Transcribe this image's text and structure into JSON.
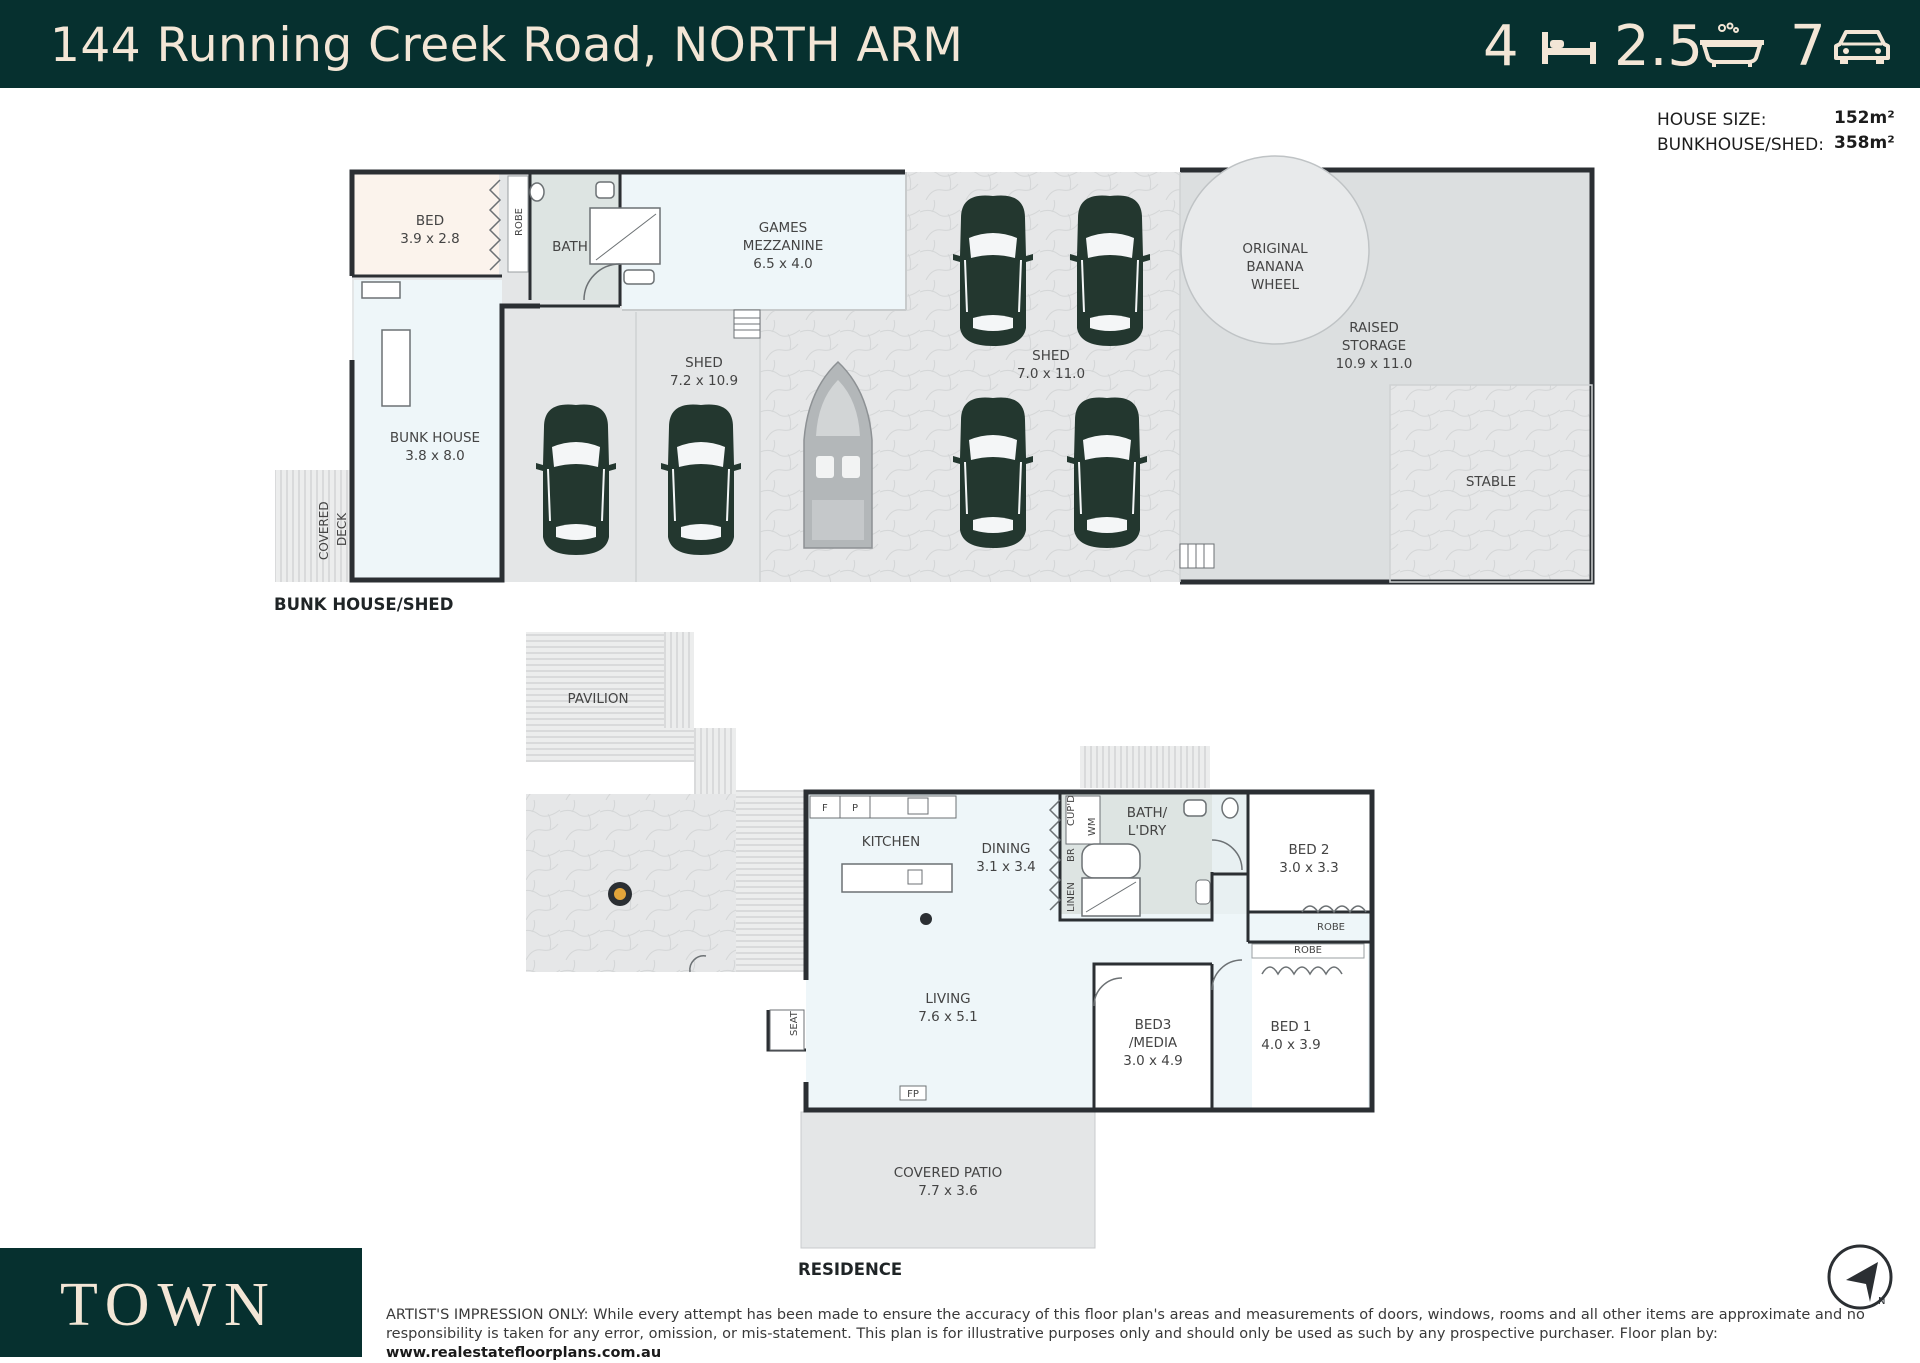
{
  "header": {
    "address": "144 Running Creek Road, NORTH ARM",
    "beds": "4",
    "baths": "2.5",
    "cars": "7",
    "icons": {
      "bed": "bed-icon",
      "bath": "bath-icon",
      "car": "car-icon"
    }
  },
  "sizes": {
    "house_label": "HOUSE SIZE:",
    "house_value": "152m²",
    "shed_label": "BUNKHOUSE/SHED:",
    "shed_value": "358m²"
  },
  "sections": {
    "top_title": "BUNK HOUSE/SHED",
    "bottom_title": "RESIDENCE"
  },
  "bunkhouse": {
    "bed": {
      "name": "BED",
      "dim": "3.9 x 2.8"
    },
    "robe": "ROBE",
    "bath": "BATH",
    "games": {
      "line1": "GAMES",
      "line2": "MEZZANINE",
      "dim": "6.5 x 4.0"
    },
    "bunk": {
      "name": "BUNK HOUSE",
      "dim": "3.8 x 8.0"
    },
    "covered_deck": {
      "line1": "COVERED",
      "line2": "DECK"
    },
    "shed_small": {
      "name": "SHED",
      "dim": "7.2 x 10.9"
    },
    "shed_big": {
      "name": "SHED",
      "dim": "7.0 x 11.0"
    },
    "banana": {
      "line1": "ORIGINAL",
      "line2": "BANANA",
      "line3": "WHEEL"
    },
    "storage": {
      "line1": "RAISED",
      "line2": "STORAGE",
      "dim": "10.9 x 11.0"
    },
    "stable": "STABLE"
  },
  "residence": {
    "pavilion": "PAVILION",
    "kitchen": "KITCHEN",
    "fridge": "F",
    "pantry": "P",
    "dining": {
      "name": "DINING",
      "dim": "3.1 x 3.4"
    },
    "cupd": "CUP'D",
    "wm": "WM",
    "br": "BR",
    "linen": "LINEN",
    "bath": {
      "line1": "BATH/",
      "line2": "L'DRY"
    },
    "bed2": {
      "name": "BED 2",
      "dim": "3.0 x 3.3"
    },
    "robe_bed2": "ROBE",
    "robe_bed1": "ROBE",
    "living": {
      "name": "LIVING",
      "dim": "7.6 x 5.1"
    },
    "seat": "SEAT",
    "bed3": {
      "line1": "BED3",
      "line2": "/MEDIA",
      "dim": "3.0 x 4.9"
    },
    "bed1": {
      "name": "BED 1",
      "dim": "4.0 x 3.9"
    },
    "fp": "FP",
    "patio": {
      "name": "COVERED PATIO",
      "dim": "7.7 x 3.6"
    }
  },
  "footer": {
    "logo": "TOWN",
    "disclaimer": "ARTIST'S IMPRESSION ONLY: While every attempt has been made to ensure the accuracy of this floor plan's areas and measurements of doors, windows, rooms and all other items are approximate and no responsibility is taken for any error, omission, or mis-statement. This plan is for illustrative purposes only and should only be used as such by any prospective purchaser. Floor plan by: ",
    "site": "www.realestatefloorplans.com.au",
    "compass_letter": "N"
  },
  "colors": {
    "brand_dark": "#06302f",
    "brand_cream": "#f3e6d6",
    "wall": "#2b2f33",
    "room_light": "#eef6f9",
    "floor_grey": "#e4e6e7",
    "car": "#23372f"
  }
}
